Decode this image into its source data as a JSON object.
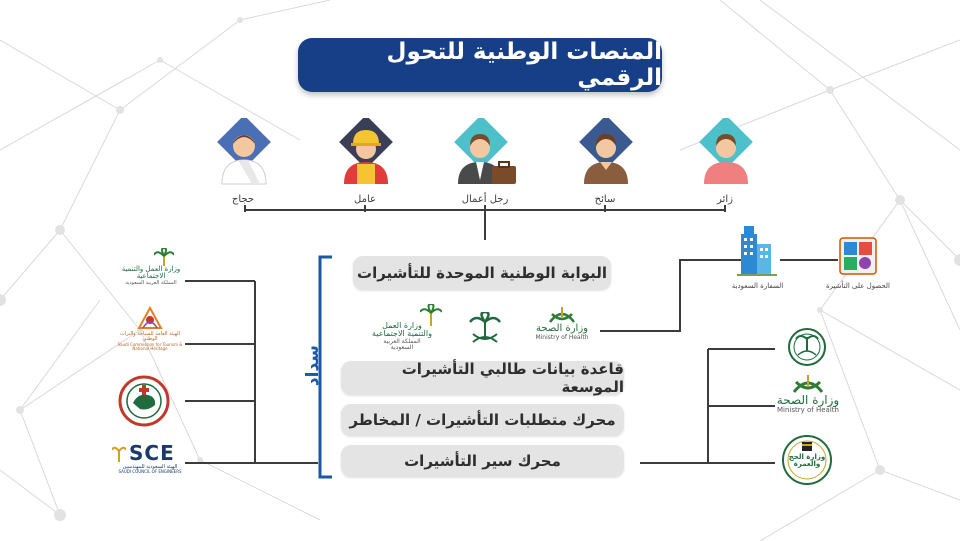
{
  "title": "المنصات الوطنية للتحول الرقمي",
  "personas": [
    {
      "label": "حجاج",
      "icon": "pilgrim-icon"
    },
    {
      "label": "عامل",
      "icon": "worker-icon"
    },
    {
      "label": "رجل أعمال",
      "icon": "businessman-icon"
    },
    {
      "label": "سائح",
      "icon": "tourist-icon"
    },
    {
      "label": "زائر",
      "icon": "visitor-icon"
    }
  ],
  "center_boxes": {
    "portal": "البوابة الوطنية الموحدة للتأشيرات",
    "database": "قاعدة بيانات طالبي التأشيرات الموسعة",
    "engine_requirements": "محرك متطلبات التأشيرات / المخاطر",
    "engine_flow": "محرك سير التأشيرات"
  },
  "sadad_label": "سداد",
  "center_logos": {
    "labor": "وزارة العمل والتنمية الاجتماعية",
    "labor_sub": "المملكة العربية السعودية",
    "health": "وزارة الصحة",
    "health_en": "Ministry of Health"
  },
  "right_top": {
    "embassy": "السفارة السعودية",
    "visa": "الحصول على التأشيرة"
  },
  "left_logos": {
    "labor": "وزارة العمل والتنمية الاجتماعية",
    "labor_sub": "المملكة العربية السعودية",
    "tourism": "الهيئة العامة للسياحة والتراث الوطني",
    "tourism_en": "Saudi Commission for Tourism & National Heritage",
    "sce": "SCE",
    "sce_ar": "الهيئة السعودية للمهندسين",
    "sce_en": "SAUDI COUNCIL OF ENGINEERS"
  },
  "right_logos": {
    "health": "وزارة الصحة",
    "health_en": "Ministry of Health",
    "hajj": "وزارة الحج والعمرة"
  },
  "colors": {
    "title_bg": "#173f87",
    "sadad": "#1a59a8",
    "box_bg": "#e4e4e4",
    "green": "#1f6b3d",
    "gold": "#c9a227"
  }
}
